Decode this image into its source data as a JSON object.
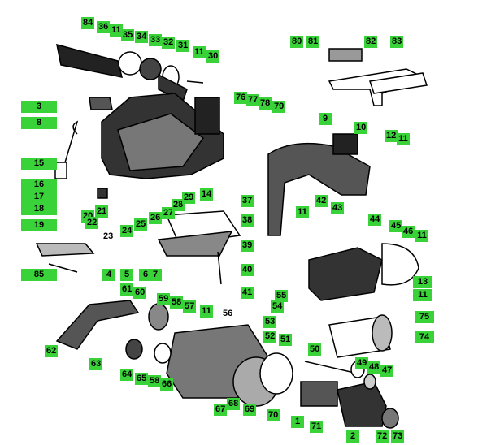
{
  "labels": [
    "84",
    "36",
    "11",
    "35",
    "34",
    "33",
    "32",
    "31",
    "11",
    "30",
    "3",
    "8",
    "15",
    "16",
    "17",
    "18",
    "19",
    "20",
    "21",
    "22",
    "23",
    "24",
    "25",
    "26",
    "27",
    "28",
    "29",
    "14",
    "37",
    "38",
    "39",
    "40",
    "41",
    "85",
    "4",
    "5",
    "6",
    "7",
    "76",
    "77",
    "78",
    "79",
    "80",
    "81",
    "82",
    "83",
    "9",
    "10",
    "12",
    "11",
    "11",
    "42",
    "43",
    "44",
    "45",
    "46",
    "11",
    "13",
    "11",
    "61",
    "60",
    "59",
    "58",
    "57",
    "11",
    "56",
    "55",
    "54",
    "53",
    "52",
    "51",
    "50",
    "49",
    "48",
    "47",
    "62",
    "63",
    "64",
    "65",
    "58",
    "66",
    "68",
    "67",
    "69",
    "70",
    "1",
    "71",
    "72",
    "73",
    "2",
    "75",
    "74"
  ],
  "colors": {
    "label_bg": "#39d339",
    "ink": "#000000",
    "paper": "#ffffff"
  }
}
